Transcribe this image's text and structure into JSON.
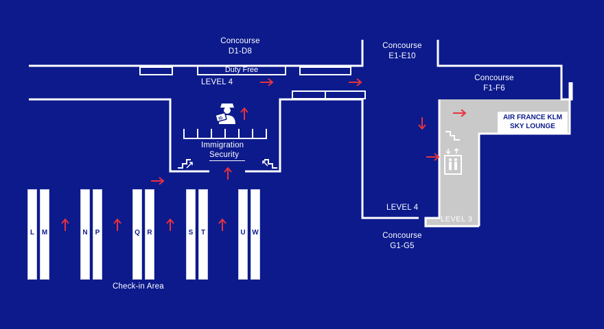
{
  "colors": {
    "background": "#0c1a8c",
    "walls": "#ffffff",
    "arrows": "#e8323c",
    "level3_floor": "#c9c9c9"
  },
  "labels": {
    "concourse_d": [
      "Concourse",
      "D1-D8"
    ],
    "concourse_e": [
      "Concourse",
      "E1-E10"
    ],
    "concourse_f": [
      "Concourse",
      "F1-F6"
    ],
    "concourse_g": [
      "Concourse",
      "G1-G5"
    ],
    "duty_free": "Duty Free",
    "level4_left": "LEVEL 4",
    "level4_right": "LEVEL 4",
    "level3": "LEVEL 3",
    "immigration": "Immigration",
    "security": "Security",
    "checkin_area": "Check-in Area",
    "lounge": [
      "AIR FRANCE KLM",
      "SKY LOUNGE"
    ]
  },
  "checkin_desks": [
    "L",
    "M",
    "N",
    "P",
    "Q",
    "R",
    "S",
    "T",
    "U",
    "W"
  ],
  "icons": [
    "immigration-officer-icon",
    "escalator-up-icon",
    "escalator-down-icon",
    "elevator-icon",
    "direction-arrow-icon"
  ]
}
